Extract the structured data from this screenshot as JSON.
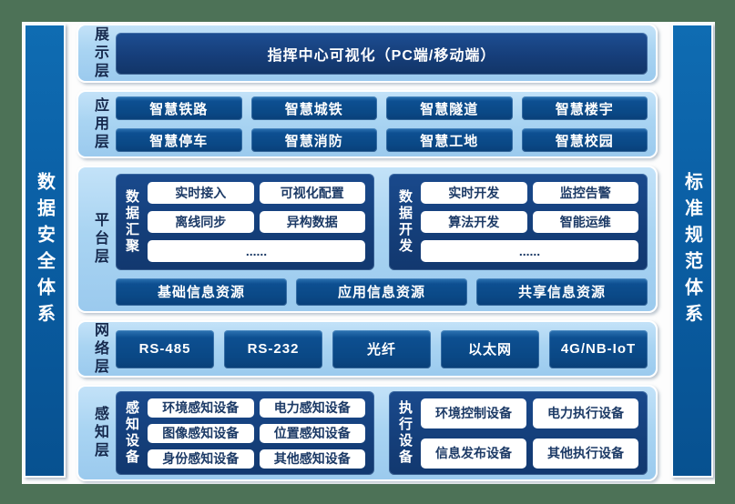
{
  "colors": {
    "border_green": "#4d7257",
    "panel_light_blue": "#a9d4f2",
    "box_blue": "#0b4c8d",
    "group_navy": "#143e79",
    "bar_blue": "#0a5ea4",
    "label_navy": "#16294d",
    "white_box_text": "#1c3a66"
  },
  "side_bars": {
    "left": "数据安全体系",
    "right": "标准规范体系"
  },
  "layers": {
    "presentation": {
      "label": "展示层",
      "box": "指挥中心可视化（PC端/移动端）"
    },
    "application": {
      "label": "应用层",
      "boxes": [
        "智慧铁路",
        "智慧城铁",
        "智慧隧道",
        "智慧楼宇",
        "智慧停车",
        "智慧消防",
        "智慧工地",
        "智慧校园"
      ]
    },
    "platform": {
      "label": "平台层",
      "groups": [
        {
          "title": "数据汇聚",
          "boxes": [
            "实时接入",
            "可视化配置",
            "离线同步",
            "异构数据"
          ],
          "more": "......"
        },
        {
          "title": "数据开发",
          "boxes": [
            "实时开发",
            "监控告警",
            "算法开发",
            "智能运维"
          ],
          "more": "......"
        }
      ],
      "resources": [
        "基础信息资源",
        "应用信息资源",
        "共享信息资源"
      ]
    },
    "network": {
      "label": "网络层",
      "boxes": [
        "RS-485",
        "RS-232",
        "光纤",
        "以太网",
        "4G/NB-IoT"
      ]
    },
    "perception": {
      "label": "感知层",
      "groups": [
        {
          "title": "感知设备",
          "boxes": [
            "环境感知设备",
            "电力感知设备",
            "图像感知设备",
            "位置感知设备",
            "身份感知设备",
            "其他感知设备"
          ]
        },
        {
          "title": "执行设备",
          "boxes": [
            "环境控制设备",
            "电力执行设备",
            "信息发布设备",
            "其他执行设备"
          ]
        }
      ]
    }
  }
}
